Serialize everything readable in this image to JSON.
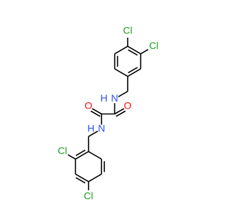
{
  "structure": {
    "colors": {
      "carbon": "#000000",
      "nitrogen": "#3050f8",
      "oxygen": "#ff0d0d",
      "chlorine": "#1fa01f",
      "background": "#ffffff"
    },
    "atoms": [
      {
        "id": "cl_top",
        "label": "Cl",
        "element": "chlorine"
      },
      {
        "id": "cl_right_top",
        "label": "Cl",
        "element": "chlorine"
      },
      {
        "id": "n_top",
        "label": "N",
        "element": "nitrogen"
      },
      {
        "id": "o_right",
        "label": "O",
        "element": "oxygen"
      },
      {
        "id": "o_left",
        "label": "O",
        "element": "oxygen"
      },
      {
        "id": "n_bottom",
        "label": "N",
        "element": "nitrogen"
      },
      {
        "id": "cl_left_bottom",
        "label": "Cl",
        "element": "chlorine"
      },
      {
        "id": "cl_bottom",
        "label": "Cl",
        "element": "chlorine"
      }
    ],
    "hydrogens": [
      {
        "id": "h_top",
        "label": "H",
        "element": "nitrogen"
      },
      {
        "id": "h_bottom",
        "label": "H",
        "element": "nitrogen"
      }
    ]
  }
}
